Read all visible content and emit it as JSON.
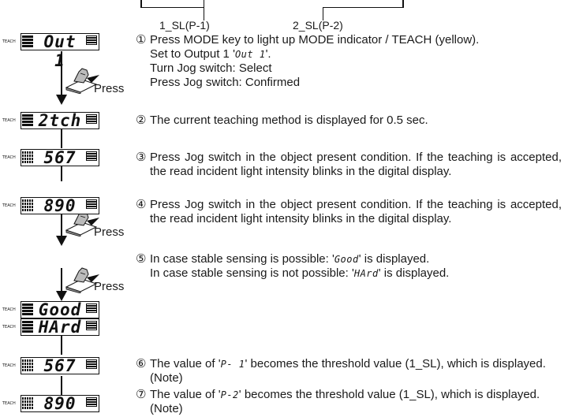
{
  "top_labels": {
    "left": "1_SL(P-1)",
    "right": "2_SL(P-2)"
  },
  "teach_label": "TEACH",
  "press_label": "Press",
  "displays": [
    {
      "digits": "Out 1"
    },
    {
      "digits": "2tch"
    },
    {
      "digits": "567"
    },
    {
      "digits": "890"
    },
    {
      "digits": "Good"
    },
    {
      "digits": "HArd"
    },
    {
      "digits": "567"
    },
    {
      "digits": "890"
    }
  ],
  "steps": {
    "s1": {
      "num": "①",
      "line1": "Press MODE key to light up MODE indicator / TEACH (yellow).",
      "line2a": "Set to Output 1 '",
      "line2seg": "Out 1",
      "line2b": "'.",
      "line3": "Turn Jog switch: Select",
      "line4": "Press Jog switch: Confirmed"
    },
    "s2": {
      "num": "②",
      "text": "The current teaching method is displayed for 0.5 sec."
    },
    "s3": {
      "num": "③",
      "text": "Press Jog switch in the object present condition. If the teaching is accepted, the read incident light intensity blinks in the digital display."
    },
    "s4": {
      "num": "④",
      "text": "Press Jog switch in the object present condition. If the teaching is accepted, the read incident light intensity blinks in the digital display."
    },
    "s5": {
      "num": "⑤",
      "line1a": "In case stable sensing is possible: '",
      "line1seg": "Good",
      "line1b": "' is displayed.",
      "line2a": "In case stable sensing is not possible: '",
      "line2seg": "HArd",
      "line2b": "' is displayed."
    },
    "s6": {
      "num": "⑥",
      "a": "The value of '",
      "seg": "P- 1",
      "b": "' becomes the threshold value (1_SL), which is displayed. (Note)"
    },
    "s7": {
      "num": "⑦",
      "a": "The value of '",
      "seg": "P-2",
      "b": "' becomes the threshold value (1_SL), which is displayed. (Note)"
    }
  }
}
